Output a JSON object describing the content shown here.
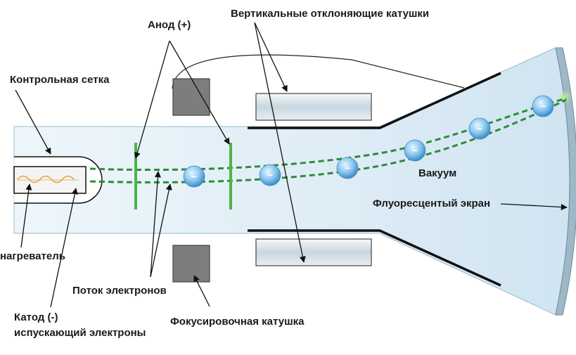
{
  "labels": {
    "anode": "Анод (+)",
    "vertical_coils": "Вертикальные отклоняющие катушки",
    "control_grid": "Контрольная сетка",
    "vacuum": "Вакуум",
    "screen": "Флуоресцентый экран",
    "heater": "нагреватель",
    "electron_flow": "Поток электронов",
    "cathode_line1": "Катод (-)",
    "cathode_line2": "испускающий электроны",
    "focus_coil": "Фокусировочная катушка"
  },
  "electron_symbol": "−",
  "colors": {
    "beam": "#2e8b3a",
    "anode_plate": "#4cb548",
    "coil": "#808080",
    "electron": "#6fb6e8",
    "tube_fill": "#e2f0f8",
    "screen_glow": "#7ed957"
  }
}
